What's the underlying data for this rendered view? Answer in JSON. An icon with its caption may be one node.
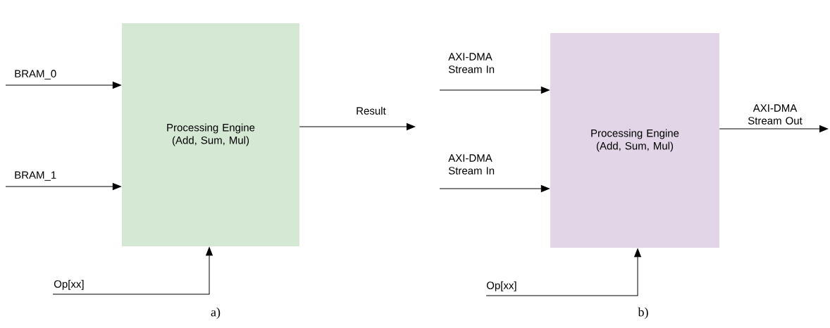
{
  "diagram": {
    "nodes": [
      {
        "text": [
          "Processing Engine (Add, Sum, Mul)"
        ]
      },
      {
        "text": [
          "Processing Engine (Add, Sum, Mul)"
        ]
      }
    ],
    "edges": [
      {
        "from": null,
        "to": 0,
        "arrow": "to",
        "label": "BRAM_0"
      },
      {
        "from": null,
        "to": 0,
        "arrow": "to",
        "label": "BRAM_1"
      },
      {
        "from": 0,
        "to": null,
        "arrow": "to",
        "label": "Result"
      },
      {
        "from": null,
        "to": 0,
        "arrow": "to",
        "label": "Op[xx]"
      },
      {
        "from": null,
        "to": 1,
        "arrow": "to",
        "label": "AXI-DMA Stream In"
      },
      {
        "from": null,
        "to": 1,
        "arrow": "to",
        "label": "AXI-DMA Stream In"
      },
      {
        "from": null,
        "to": 1,
        "arrow": "to",
        "label": "Op[xx]"
      },
      {
        "from": 1,
        "to": null,
        "arrow": "to",
        "label": "AXI-DMA Stream Out"
      }
    ],
    "labels": [
      "a)",
      "b)"
    ]
  }
}
